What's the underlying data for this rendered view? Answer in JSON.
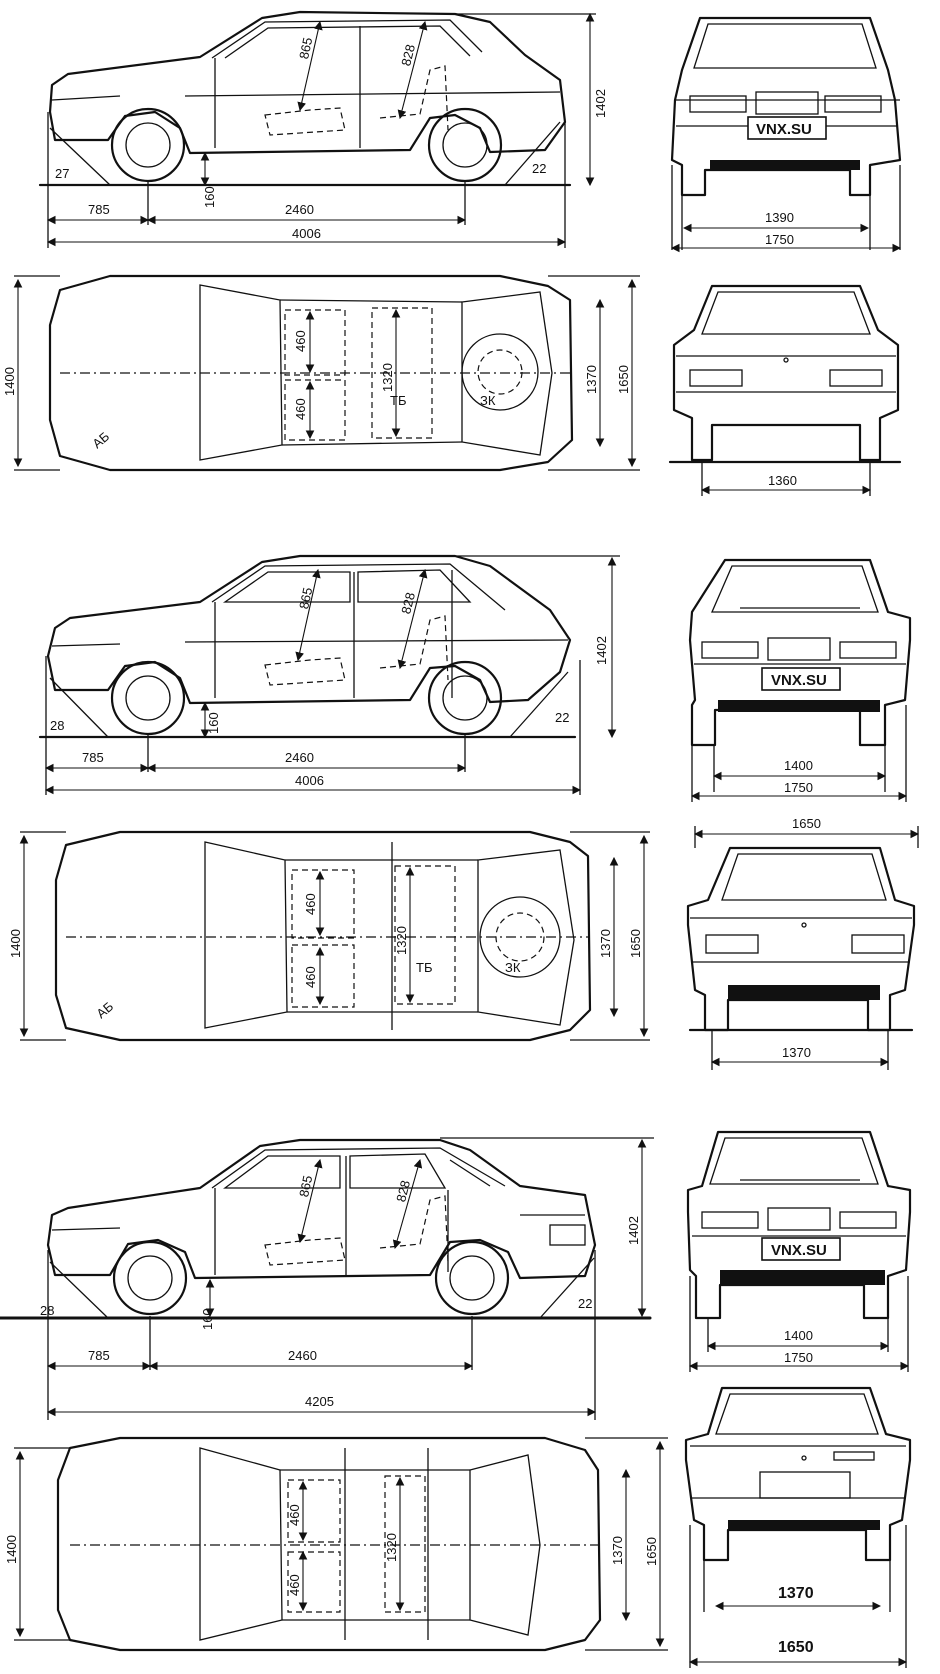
{
  "hatch3": {
    "side": {
      "wheelbase": "2460",
      "front_overhang": "785",
      "length": "4006",
      "height": "1402",
      "ground_clearance": "160",
      "approach_angle": "27",
      "departure_angle": "22",
      "front_legroom": "865",
      "rear_legroom": "828"
    },
    "top": {
      "overall_width": "1400",
      "seat_width_front": "460",
      "seat_width_rear": "460",
      "cabin_length": "1320",
      "inner_width": "1370",
      "outer_width": "1650",
      "label_ab": "АБ",
      "label_tb": "ТБ",
      "label_zk": "ЗК"
    },
    "front": {
      "plate": "VNX.SU",
      "track": "1390",
      "width": "1750"
    },
    "rear": {
      "track": "1360"
    }
  },
  "hatch5": {
    "side": {
      "wheelbase": "2460",
      "front_overhang": "785",
      "length": "4006",
      "height": "1402",
      "ground_clearance": "160",
      "approach_angle": "28",
      "departure_angle": "22",
      "front_legroom": "865",
      "rear_legroom": "828"
    },
    "top": {
      "overall_width": "1400",
      "seat_width_front": "460",
      "seat_width_rear": "460",
      "cabin_length": "1320",
      "inner_width": "1370",
      "outer_width": "1650",
      "label_ab": "АБ",
      "label_tb": "ТБ",
      "label_zk": "ЗК"
    },
    "front": {
      "plate": "VNX.SU",
      "track": "1400",
      "width": "1750"
    },
    "rear": {
      "width": "1650",
      "track": "1370"
    }
  },
  "sedan": {
    "side": {
      "wheelbase": "2460",
      "front_overhang": "785",
      "length": "4205",
      "height": "1402",
      "ground_clearance": "160",
      "approach_angle": "28",
      "departure_angle": "22",
      "front_legroom": "865",
      "rear_legroom": "828"
    },
    "top": {
      "overall_width": "1400",
      "seat_width_front": "460",
      "seat_width_rear": "460",
      "cabin_length": "1320",
      "inner_width": "1370",
      "outer_width": "1650"
    },
    "front": {
      "plate": "VNX.SU",
      "track": "1400",
      "width": "1750"
    },
    "rear": {
      "track": "1370",
      "width": "1650"
    }
  }
}
